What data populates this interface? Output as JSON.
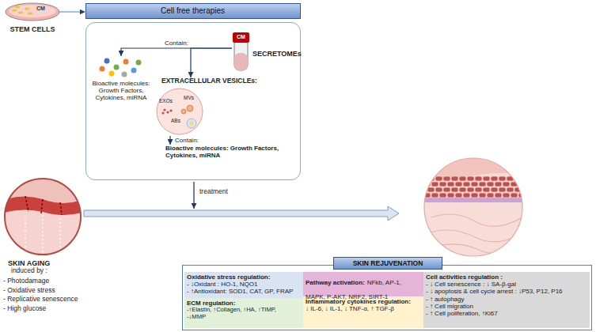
{
  "diagram": {
    "nodes": [
      {
        "text": [
          "CM",
          "STEM CELLS"
        ]
      },
      {
        "text": [
          "Cell free therapies"
        ]
      },
      {
        "text": [
          "CM",
          "SECRETOMEs"
        ],
        "in": 1
      },
      {
        "text": [
          "Bioactive molecules: Growth Factors, Cytokines, miRNA"
        ],
        "in": 1
      },
      {
        "text": [
          "EXTRACELLULAR VESICLEs:",
          "EXOs",
          "MVs",
          "ABs"
        ],
        "in": 1
      },
      {
        "text": [
          "Bioactive molecules: Growth Factors, Cytokines, miRNA"
        ],
        "in": 1
      },
      {
        "text": [
          "SKIN AGING",
          "induced by :",
          "- Photodamage",
          "- Oxidative stress",
          "- Replicative senescence",
          "- High glucose"
        ]
      },
      {
        "text": [
          "SKIN REJUVENATION"
        ]
      },
      {
        "text": [
          "Oxidative stress regulation:",
          "- ↓Oxidant : HO-1, NQO1",
          "- ↑Antioxidant: SOD1, CAT, GP, FRAP"
        ],
        "in": 7
      },
      {
        "text": [
          "Pathway activation:",
          "NFkb, AP-1, MAPK, P-AKT, NRF2, SIRT-1"
        ],
        "in": 7
      },
      {
        "text": [
          "Cell activities regulation :",
          "- ↓ Cell senescence : ↓ SA-β-gal",
          "- ↓ apoptosis & cell cycle arrest : ↓P53, P12, P16",
          "- ↑ autophagy",
          "- ↑ Cell migration",
          "- ↑ Cell poliferation, ↑Ki67"
        ],
        "in": 7
      },
      {
        "text": [
          "ECM regulation:",
          "-↑Elastin, ↑Collagen, ↑HA, ↑TIMP,",
          "-↓MMP"
        ],
        "in": 7
      },
      {
        "text": [
          "Inflammatory cytokines regulation:",
          "↓ IL-6, ↓ IL-1, ↓ TNF-α, ↑ TGF-β"
        ],
        "in": 7
      }
    ],
    "edges": [
      {
        "from": 0,
        "to": 1,
        "arrow": "to"
      },
      {
        "from": 2,
        "to": 3,
        "arrow": "to",
        "label": "Contain:"
      },
      {
        "from": 2,
        "to": 4,
        "arrow": "to"
      },
      {
        "from": 4,
        "to": 5,
        "arrow": "to",
        "label": "Contain:"
      }
    ],
    "labels": [
      "treatment"
    ]
  }
}
